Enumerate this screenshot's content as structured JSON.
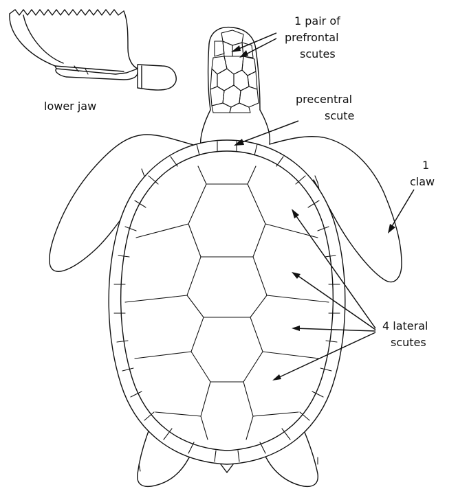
{
  "diagram": {
    "labels": {
      "prefrontal_line1": "1 pair of",
      "prefrontal_line2": "prefrontal",
      "prefrontal_line3": "scutes",
      "lower_jaw": "lower jaw",
      "precentral_line1": "precentral",
      "precentral_line2": "scute",
      "claw_line1": "1",
      "claw_line2": "claw",
      "lateral_line1": "4 lateral",
      "lateral_line2": "scutes"
    },
    "ink_color": "#111111",
    "background_color": "#ffffff"
  }
}
